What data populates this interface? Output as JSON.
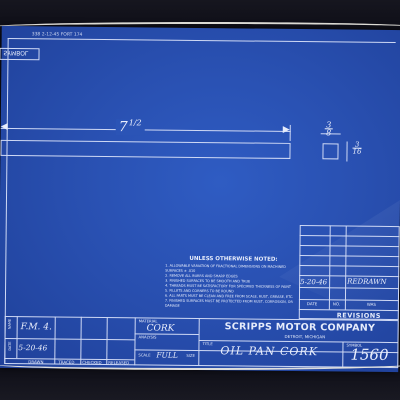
{
  "drawing": {
    "top_left_symbol": "SYMBOL",
    "top_codes": "338   2-12-45   FORT 174",
    "length_whole": "7",
    "length_num": "1",
    "length_den": "2",
    "height_num": "3",
    "height_den": "8",
    "thickness_num": "3",
    "thickness_den": "16"
  },
  "notes": {
    "heading": "UNLESS OTHERWISE NOTED:",
    "items": [
      "1. ALLOWABLE VARIATION OF FRACTIONAL DIMENSIONS ON MACHINED SURFACES ± .010",
      "2. REMOVE ALL BURRS AND SHARP EDGES",
      "3. FINISHED SURFACES TO BE SMOOTH AND TRUE",
      "4. THREADS MUST BE SATISFACTORY FOR SPECIFIED THICKNESS OF PAINT",
      "5. FILLETS AND CORNERS TO BE ROUND",
      "6. ALL PARTS MUST BE CLEAN AND FREE FROM SCALE, RUST, GREASE, ETC.",
      "7. FINISHED SURFACES MUST BE PROTECTED FROM RUST, CORROSION, OR DAMAGE"
    ]
  },
  "revisions": {
    "label": "REVISIONS",
    "date_header": "DATE",
    "no_header": "NO.",
    "was_header": "WAS",
    "entry_date": "5-20-46",
    "entry_desc": "REDRAWN"
  },
  "title_block": {
    "name_label": "NAME",
    "name_value": "F.M. 4.",
    "date_label": "DATE",
    "date_value": "5-20-46",
    "sig_headers": [
      "DRAWN",
      "TRACED",
      "CHECKED",
      "RELEASED"
    ],
    "scale_label": "SCALE",
    "scale_value": "FULL",
    "size_label": "SIZE",
    "material_label": "MATERIAL",
    "material_value": "CORK",
    "analysis_label": "ANALYSIS",
    "company": "SCRIPPS MOTOR COMPANY",
    "location": "DETROIT, MICHIGAN",
    "title_label": "TITLE",
    "title_value": "OIL PAN CORK",
    "symbol_label": "SYMBOL",
    "symbol_value": "1560"
  },
  "colors": {
    "paper": "#2950b1",
    "lines": "#cfd9f5",
    "background": "#0b0b14"
  }
}
